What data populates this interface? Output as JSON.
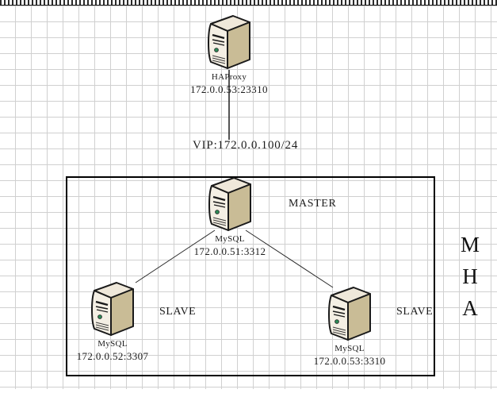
{
  "diagram": {
    "title_vertical": [
      "M",
      "H",
      "A"
    ],
    "vip_label": "VIP:172.0.0.100/24",
    "nodes": [
      {
        "id": "haproxy",
        "role": "HAProxy",
        "address": "172.0.0.53:23310",
        "tag": ""
      },
      {
        "id": "master",
        "role": "MySQL",
        "address": "172.0.0.51:3312",
        "tag": "MASTER"
      },
      {
        "id": "slave-left",
        "role": "MySQL",
        "address": "172.0.0.52:3307",
        "tag": "SLAVE"
      },
      {
        "id": "slave-right",
        "role": "MySQL",
        "address": "172.0.0.53:3310",
        "tag": "SLAVE"
      }
    ],
    "colors": {
      "grid_line": "#d0d0d0",
      "box_border": "#000000",
      "link_line": "#2a2a2a",
      "server_front": "#f2ece0",
      "server_side": "#c9bc96",
      "server_outline": "#1a1a1a",
      "led": "#2e8b57",
      "text": "#1b1b1b"
    }
  }
}
